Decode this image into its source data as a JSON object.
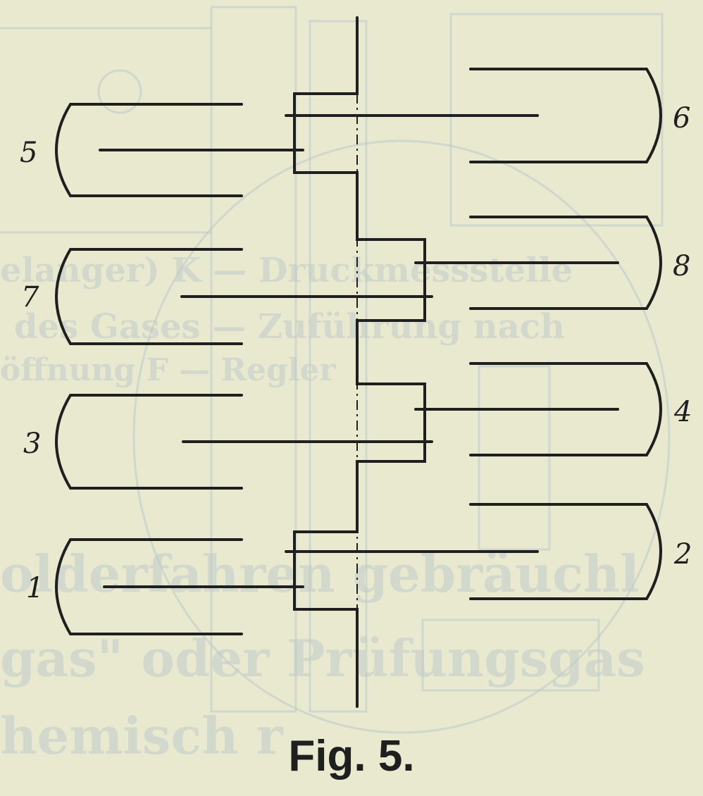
{
  "figure": {
    "caption": "Fig. 5."
  },
  "labels": {
    "l1": "1",
    "l2": "2",
    "l3": "3",
    "l4": "4",
    "l5": "5",
    "l6": "6",
    "l7": "7",
    "l8": "8"
  },
  "colors": {
    "paper": "#e9e9d0",
    "ink": "#1f1f1f",
    "bleed_through": "#bcc8c6"
  }
}
